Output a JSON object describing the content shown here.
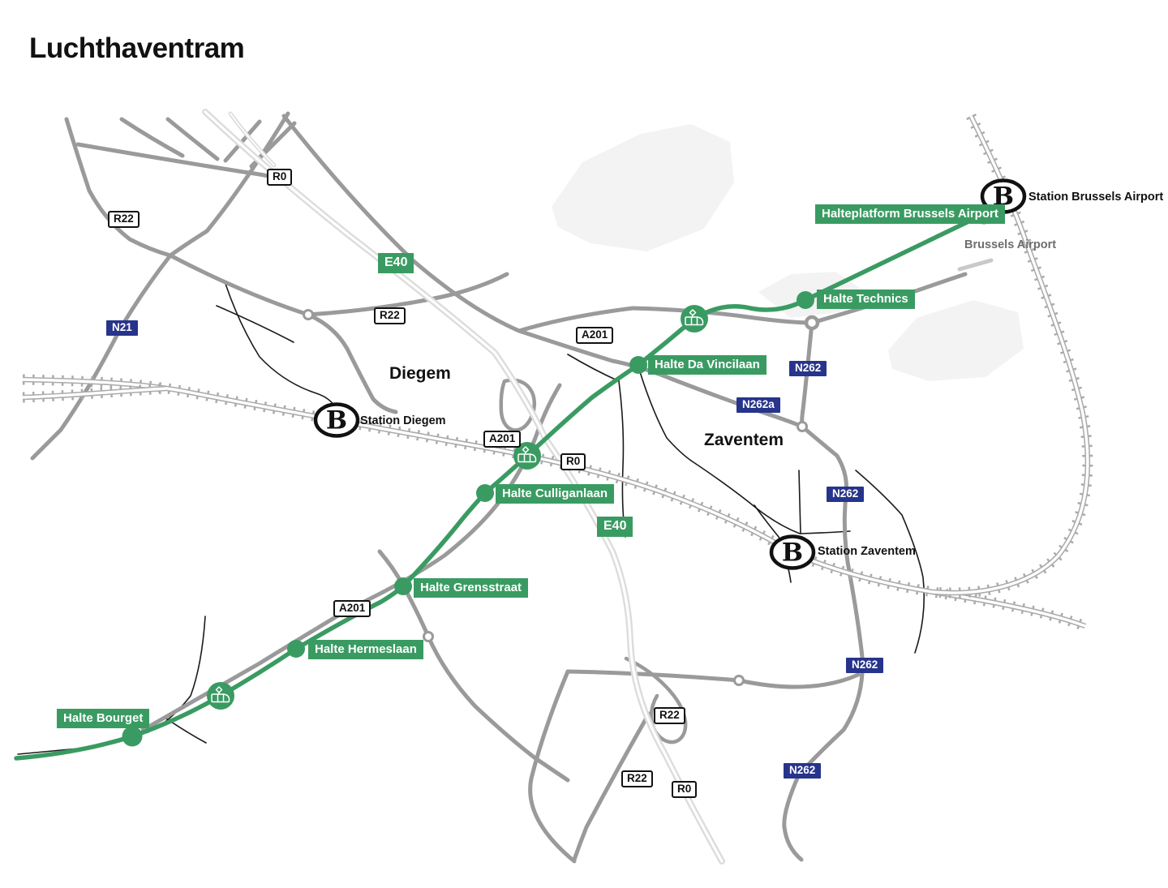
{
  "title": "Luchthaventram",
  "tram": {
    "stops": [
      {
        "label": "Halte Bourget"
      },
      {
        "label": "Halte Hermeslaan"
      },
      {
        "label": "Halte Grensstraat"
      },
      {
        "label": "Halte Culliganlaan"
      },
      {
        "label": "Halte Da Vincilaan"
      },
      {
        "label": "Halte Technics"
      },
      {
        "label": "Halteplatform Brussels Airport"
      }
    ]
  },
  "stations": {
    "logo_letter": "B",
    "items": [
      {
        "label": "Station Diegem"
      },
      {
        "label": "Station Zaventem"
      },
      {
        "label": "Station Brussels Airport"
      }
    ]
  },
  "areas": [
    {
      "label": "Diegem"
    },
    {
      "label": "Zaventem"
    },
    {
      "label": "Brussels Airport"
    }
  ],
  "signs": {
    "green": [
      {
        "label": "E40"
      },
      {
        "label": "E40"
      }
    ],
    "white": [
      {
        "label": "R0"
      },
      {
        "label": "R22"
      },
      {
        "label": "R22"
      },
      {
        "label": "A201"
      },
      {
        "label": "A201"
      },
      {
        "label": "R0"
      },
      {
        "label": "A201"
      },
      {
        "label": "R22"
      },
      {
        "label": "R22"
      },
      {
        "label": "R0"
      }
    ],
    "blue": [
      {
        "label": "N21"
      },
      {
        "label": "N262"
      },
      {
        "label": "N262a"
      },
      {
        "label": "N262"
      },
      {
        "label": "N262"
      },
      {
        "label": "N262"
      }
    ]
  },
  "colors": {
    "tram_green": "#3a9b62",
    "sign_blue": "#27348b",
    "road_gray": "#9a9a9a",
    "rail_gray": "#ababab",
    "highway_light": "#dcdcdc"
  }
}
